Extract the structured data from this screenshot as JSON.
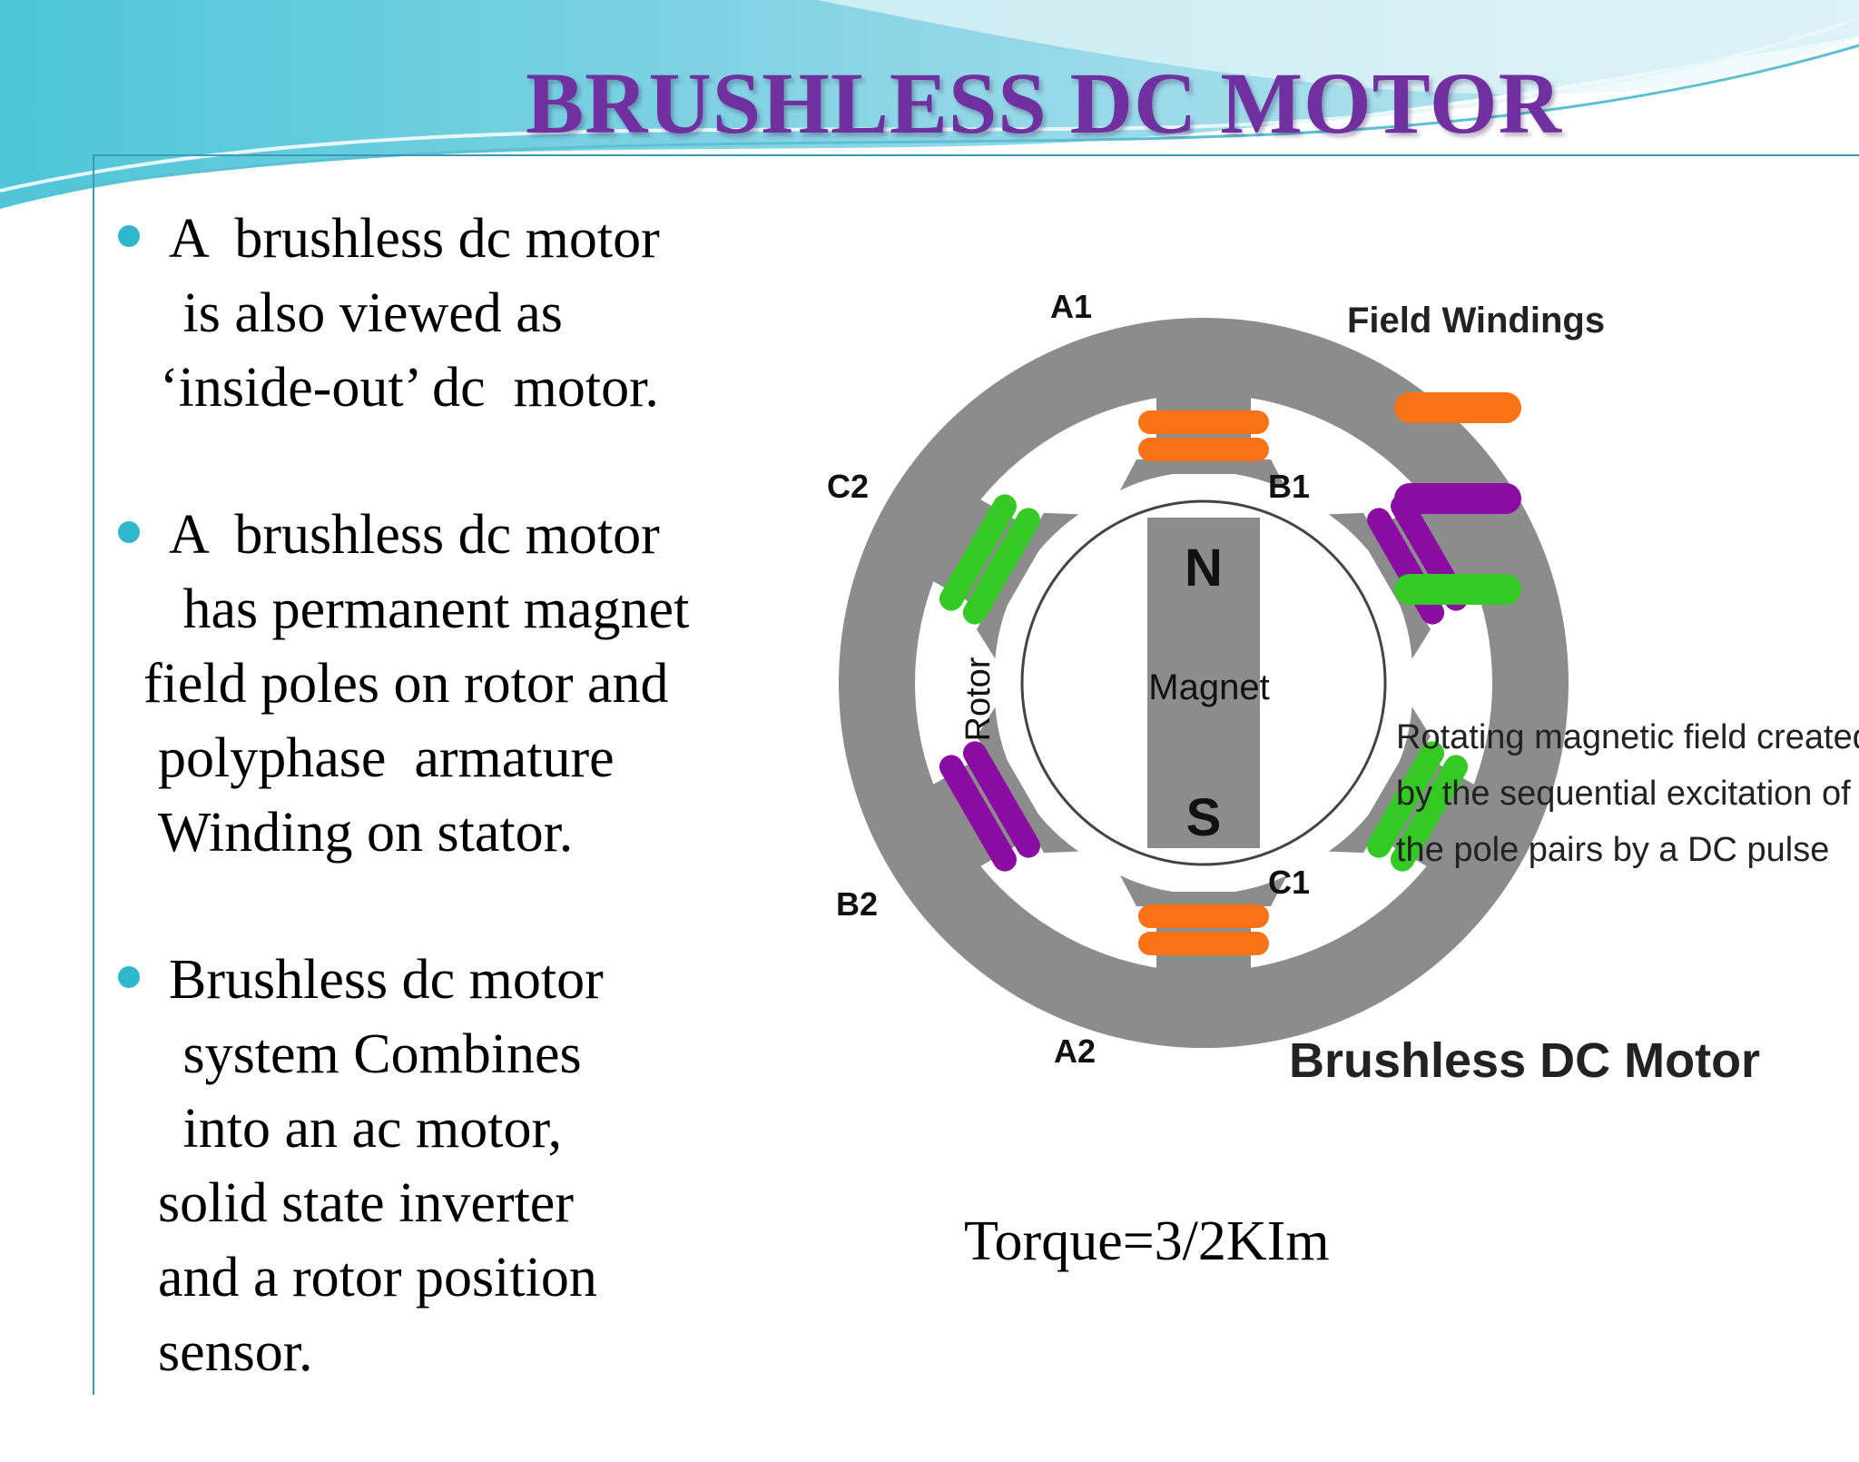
{
  "slide": {
    "title": "BRUSHLESS  DC MOTOR",
    "bullets": [
      {
        "lines": [
          "A  brushless dc motor",
          " is also viewed as",
          "‘inside-out’ dc  motor."
        ]
      },
      {
        "lines": [
          "A  brushless dc motor",
          " has permanent magnet",
          "field poles on rotor and",
          "polyphase  armature",
          "Winding on stator."
        ]
      },
      {
        "lines": [
          "Brushless dc motor",
          " system Combines",
          " into an ac motor,",
          "solid state inverter",
          "and a rotor position",
          "sensor."
        ]
      }
    ],
    "formula": "Torque=3/2KIm"
  },
  "diagram": {
    "pole_labels": {
      "a1": "A1",
      "a2": "A2",
      "b1": "B1",
      "b2": "B2",
      "c1": "C1",
      "c2": "C2"
    },
    "rotor_label": "Rotor",
    "magnet_label": "Magnet",
    "north_label": "N",
    "south_label": "S",
    "legend_title": "Field Windings",
    "description_lines": [
      "Rotating magnetic field created",
      "by the sequential excitation of",
      "the pole pairs by a DC pulse"
    ],
    "caption": "Brushless DC Motor",
    "colors": {
      "phase_a": "#f97316",
      "phase_b": "#8b0ca3",
      "phase_c": "#34c924",
      "stator": "#8c8c8c",
      "title": "#7030a0",
      "accent": "#2fb7cc"
    }
  }
}
